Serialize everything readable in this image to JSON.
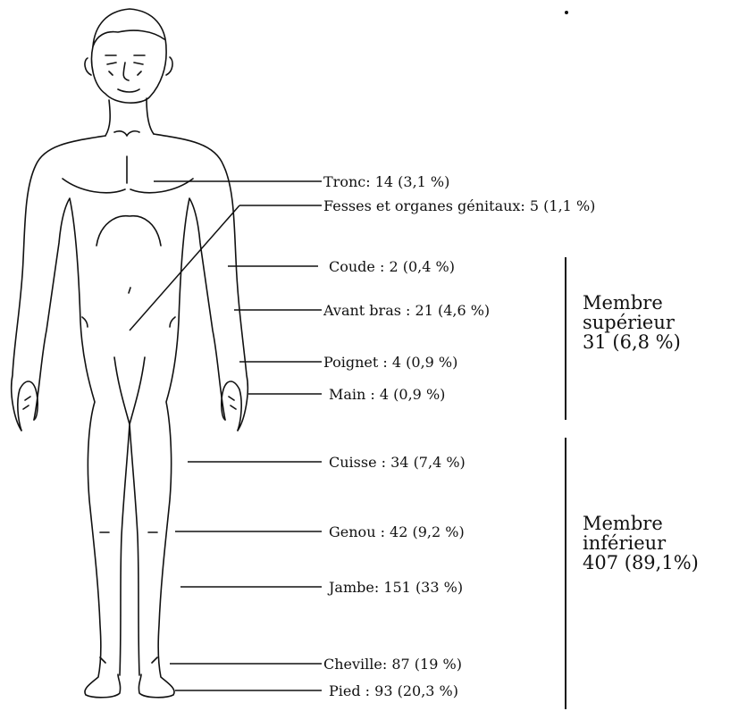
{
  "labels": [
    {
      "id": "tronc",
      "text": "Tronc: 14  (3,1 %)"
    },
    {
      "id": "fesses",
      "text": "Fesses et organes génitaux: 5  (1,1 %)"
    },
    {
      "id": "coude",
      "text": "Coude : 2  (0,4 %)"
    },
    {
      "id": "avant-bras",
      "text": "Avant bras : 21 (4,6 %)"
    },
    {
      "id": "poignet",
      "text": "Poignet : 4 (0,9 %)"
    },
    {
      "id": "main",
      "text": "Main : 4 (0,9 %)"
    },
    {
      "id": "cuisse",
      "text": "Cuisse : 34 (7,4 %)"
    },
    {
      "id": "genou",
      "text": "Genou : 42 (9,2 %)"
    },
    {
      "id": "jambe",
      "text": "Jambe: 151 (33 %)"
    },
    {
      "id": "cheville",
      "text": "Cheville: 87 (19 %)"
    },
    {
      "id": "pied",
      "text": "Pied : 93 (20,3 %)"
    }
  ],
  "groups": {
    "superieur": {
      "line1": "Membre",
      "line2": "supérieur",
      "line3": "31  (6,8 %)"
    },
    "inferieur": {
      "line1": "Membre",
      "line2": "inférieur",
      "line3": "407  (89,1%)"
    }
  }
}
